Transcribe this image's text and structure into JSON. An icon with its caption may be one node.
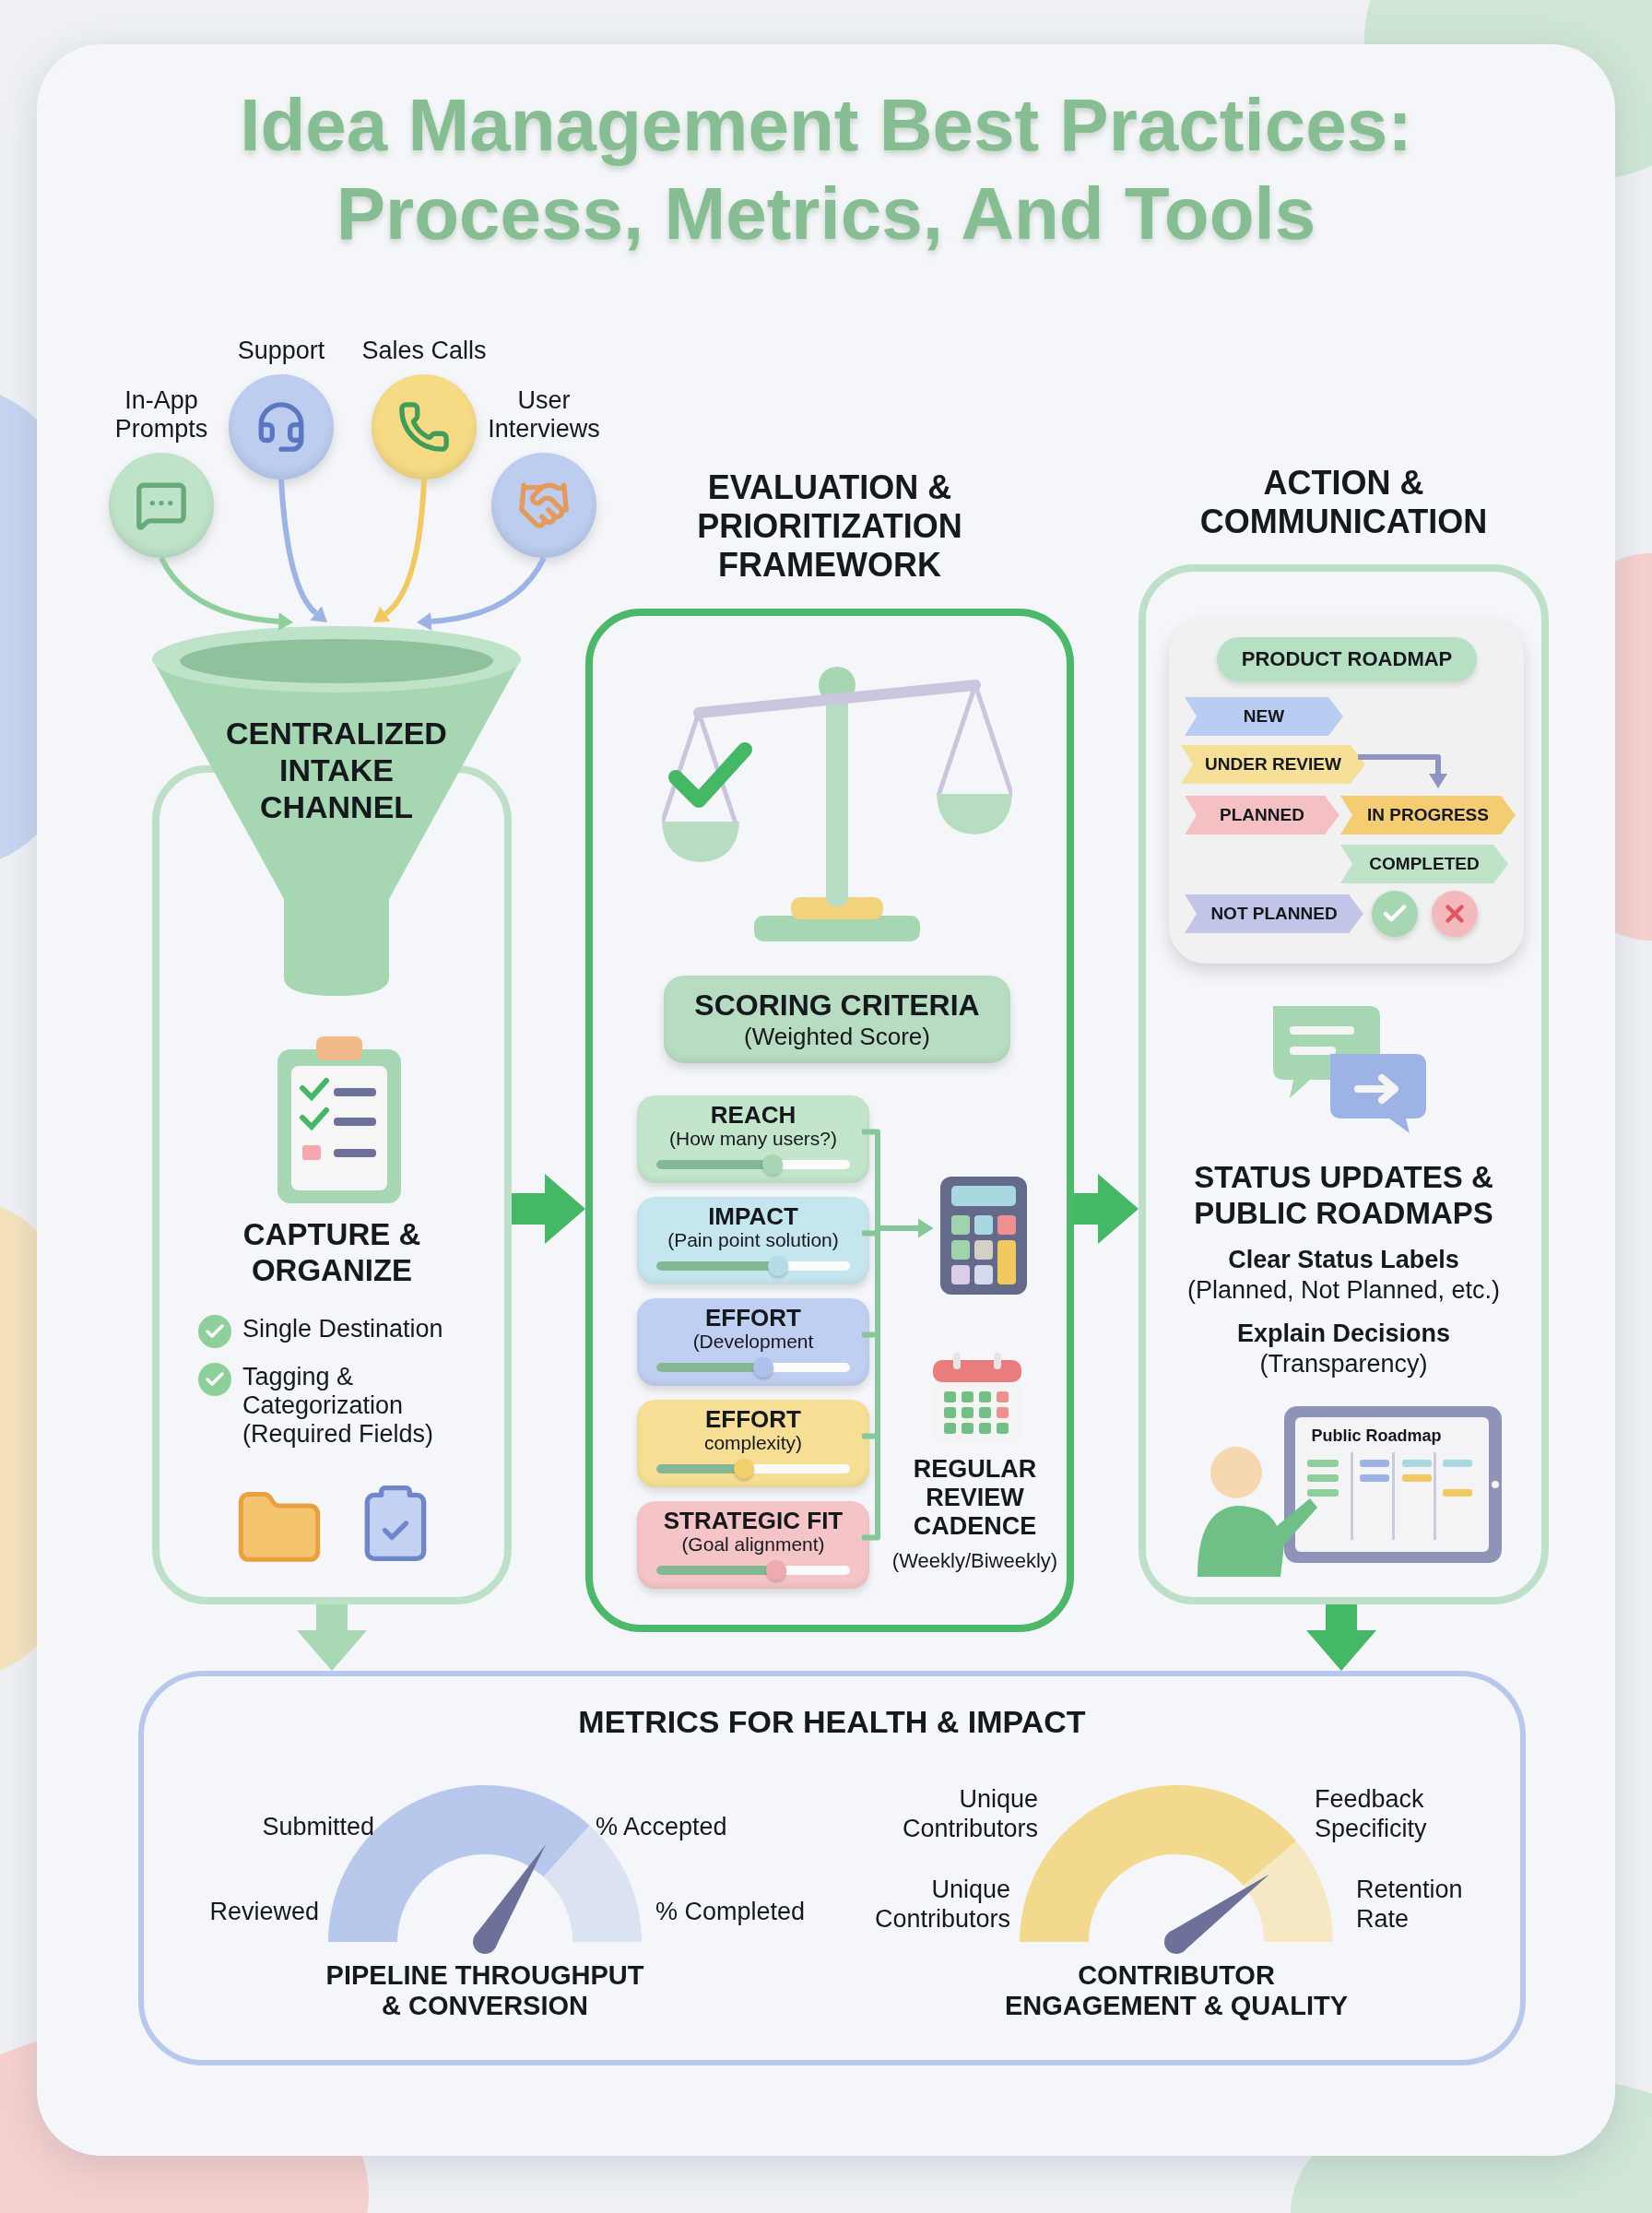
{
  "diagram": {
    "title": "Idea Management Best Practices: Process, Metrics, And Tools",
    "nodes": [
      {
        "text": [
          "In-App Prompts"
        ]
      },
      {
        "text": [
          "Support"
        ]
      },
      {
        "text": [
          "Sales Calls"
        ]
      },
      {
        "text": [
          "User Interviews"
        ]
      },
      {
        "text": [
          "CENTRALIZED INTAKE CHANNEL"
        ]
      },
      {
        "text": [
          "CAPTURE & ORGANIZE",
          "Single Destination",
          "Tagging & Categorization (Required Fields)"
        ]
      },
      {
        "text": [
          "EVALUATION & PRIORITIZATION FRAMEWORK"
        ]
      },
      {
        "text": [
          "SCORING CRITERIA",
          "(Weighted Score)"
        ],
        "in": 6
      },
      {
        "text": [
          "REACH",
          "(How many users?)"
        ],
        "in": 6
      },
      {
        "text": [
          "IMPACT",
          "(Pain point solution)"
        ],
        "in": 6
      },
      {
        "text": [
          "EFFORT",
          "(Development"
        ],
        "in": 6
      },
      {
        "text": [
          "EFFORT",
          "complexity)"
        ],
        "in": 6
      },
      {
        "text": [
          "STRATEGIC FIT",
          "(Goal alignment)"
        ],
        "in": 6
      },
      {
        "text": [],
        "shape": "picture",
        "in": 6
      },
      {
        "text": [
          "ACTION & COMMUNICATION",
          "STATUS UPDATES & PUBLIC ROADMAPS",
          "Clear Status Labels",
          "(Planned, Not Planned, etc.)",
          "Explain Decisions",
          "(Transparency)"
        ]
      },
      {
        "text": [],
        "shape": "box",
        "in": 14
      },
      {
        "text": [
          "PRODUCT ROADMAP"
        ],
        "in": 15
      },
      {
        "text": [
          "NEW"
        ],
        "in": 15
      },
      {
        "text": [
          "UNDER REVIEW"
        ],
        "in": 15
      },
      {
        "text": [
          "PLANNED"
        ],
        "in": 15
      },
      {
        "text": [
          "IN PROGRESS"
        ],
        "in": 15
      },
      {
        "text": [
          "COMPLETED"
        ],
        "in": 15
      },
      {
        "text": [
          "NOT PLANNED"
        ],
        "in": 15
      },
      {
        "text": [
          "METRICS FOR HEALTH & IMPACT"
        ]
      },
      {
        "text": [
          "PIPELINE THROUGHPUT & CONVERSION"
        ],
        "beside": [
          "Submitted",
          "% Accepted",
          "Reviewed",
          "% Completed"
        ],
        "in": 23
      },
      {
        "text": [
          "CONTRIBUTOR ENGAGEMENT & QUALITY"
        ],
        "beside": [
          "Unique Contributors",
          "Feedback Specificity",
          "Unique Contributors",
          "Retention Rate"
        ],
        "in": 23
      }
    ],
    "edges": [
      {
        "from": 0,
        "to": 4,
        "arrow": "to",
        "color": "#8fcf9c"
      },
      {
        "from": 1,
        "to": 4,
        "arrow": "to",
        "color": "#9db3e6"
      },
      {
        "from": 2,
        "to": 4,
        "arrow": "to",
        "color": "#f2c95e"
      },
      {
        "from": 3,
        "to": 4,
        "arrow": "to",
        "color": "#9db3e6"
      },
      {
        "from": 5,
        "to": 6,
        "arrow": "to",
        "style": "thick",
        "color": "#45b866"
      },
      {
        "from": 6,
        "to": 14,
        "arrow": "to",
        "style": "thick",
        "color": "#45b866"
      },
      {
        "from": 8,
        "to": 13,
        "arrow": "to"
      },
      {
        "from": 9,
        "to": 13,
        "arrow": "to"
      },
      {
        "from": 10,
        "to": 13,
        "arrow": "to"
      },
      {
        "from": 11,
        "to": 13,
        "arrow": "to"
      },
      {
        "from": 12,
        "to": 13,
        "arrow": "to"
      },
      {
        "from": 18,
        "to": 20,
        "arrow": "to",
        "color": "#8f94c4"
      },
      {
        "from": 5,
        "to": 23,
        "arrow": "to",
        "style": "thick",
        "color": "#a9d8b5"
      },
      {
        "from": 14,
        "to": 23,
        "arrow": "to",
        "style": "thick",
        "color": "#45b866"
      }
    ],
    "labels": [
      "REGULAR REVIEW CADENCE",
      "(Weekly/Biweekly)",
      "Public Roadmap"
    ]
  }
}
